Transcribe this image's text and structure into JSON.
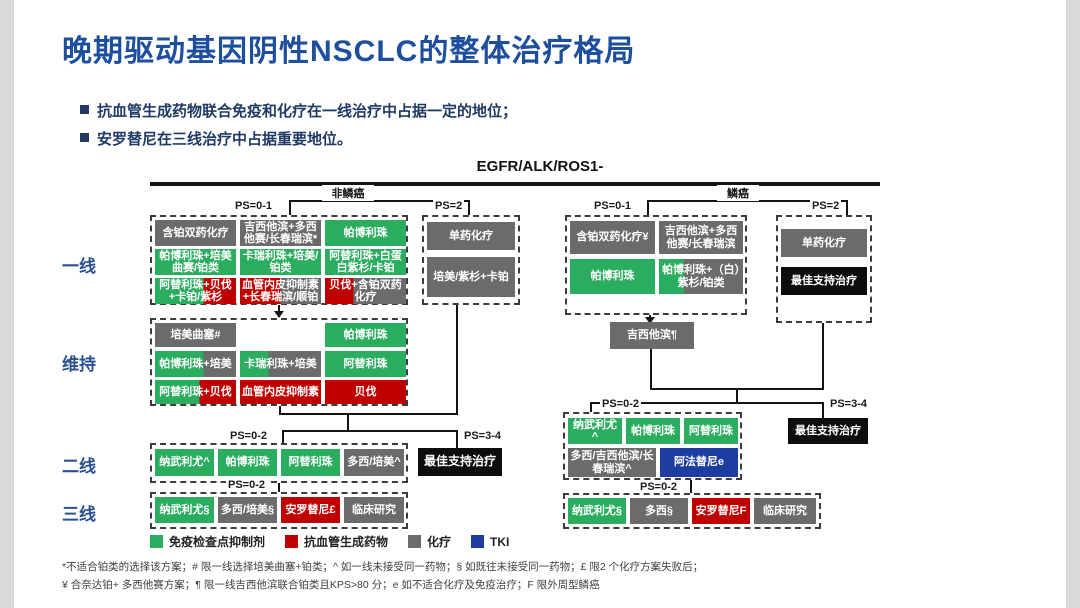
{
  "title": "晚期驱动基因阴性NSCLC的整体治疗格局",
  "bullets": [
    "抗血管生成药物联合免疫和化疗在一线治疗中占据一定的地位；",
    "安罗替尼在三线治疗中占据重要地位。"
  ],
  "flow": {
    "header": "EGFR/ALK/ROS1-",
    "branch_left": "非鳞癌",
    "branch_right": "鳞癌",
    "ps01": "PS=0-1",
    "ps2": "PS=2",
    "ps02": "PS=0-2",
    "ps34": "PS=3-4",
    "bsc": "最佳支持治疗",
    "row_labels": [
      "一线",
      "维持",
      "二线",
      "三线"
    ],
    "left": {
      "first": [
        "含铂双药化疗",
        "吉西他滨+多西他赛/长春瑞滨*",
        "帕博利珠",
        "帕博利珠+培美曲赛/铂类",
        "卡瑞利珠+培美/铂类",
        "阿替利珠+白蛋白紫杉/卡铂",
        "阿替利珠+贝伐+卡铂/紫杉",
        "血管内皮抑制素+长春瑞滨/顺铂",
        "贝伐+含铂双药化疗"
      ],
      "first_ps2": [
        "单药化疗",
        "培美/紫杉+卡铂"
      ],
      "maintenance": [
        "培美曲塞#",
        "帕博利珠",
        "帕博利珠+培美",
        "卡瑞利珠+培美",
        "阿替利珠",
        "阿替利珠+贝伐",
        "血管内皮抑制素",
        "贝伐"
      ],
      "second": [
        "纳武利尤^",
        "帕博利珠",
        "阿替利珠",
        "多西/培美^"
      ],
      "third": [
        "纳武利尤§",
        "多西/培美§",
        "安罗替尼£",
        "临床研究"
      ]
    },
    "right": {
      "first": [
        "含铂双药化疗¥",
        "吉西他滨+多西他赛/长春瑞滨",
        "帕博利珠",
        "帕博利珠+（白）紫杉/铂类"
      ],
      "first_ps2": [
        "单药化疗",
        "最佳支持治疗"
      ],
      "bridge": "吉西他滨¶",
      "second": [
        "纳武利尤^",
        "帕博利珠",
        "阿替利珠",
        "多西/吉西他滨/长春瑞滨^",
        "阿法替尼e"
      ],
      "third": [
        "纳武利尤§",
        "多西§",
        "安罗替尼F",
        "临床研究"
      ]
    }
  },
  "legend": {
    "items": [
      {
        "label": "免疫检查点抑制剂",
        "color": "#2aad5e"
      },
      {
        "label": "抗血管生成药物",
        "color": "#c00000"
      },
      {
        "label": "化疗",
        "color": "#6b6b6b"
      },
      {
        "label": "TKI",
        "color": "#1e3da0"
      }
    ]
  },
  "footnotes": [
    "*不适合铂类的选择该方案；# 限一线选择培美曲塞+铂类；^ 如一线未接受同一药物；§ 如既往未接受同一药物；£ 限2 个化疗方案失败后；",
    "¥ 合奈达铂+ 多西他赛方案；¶ 限一线吉西他滨联合铂类且KPS>80 分；e 如不适合化疗及免疫治疗；F 限外周型鳞癌"
  ],
  "colors": {
    "title_blue": "#1d4f9e",
    "immunotherapy_green": "#2aad5e",
    "antiangiogenic_red": "#c00000",
    "chemo_gray": "#6b6b6b",
    "tki_blue": "#1e3da0",
    "bsc_black": "#0d0d0d"
  }
}
